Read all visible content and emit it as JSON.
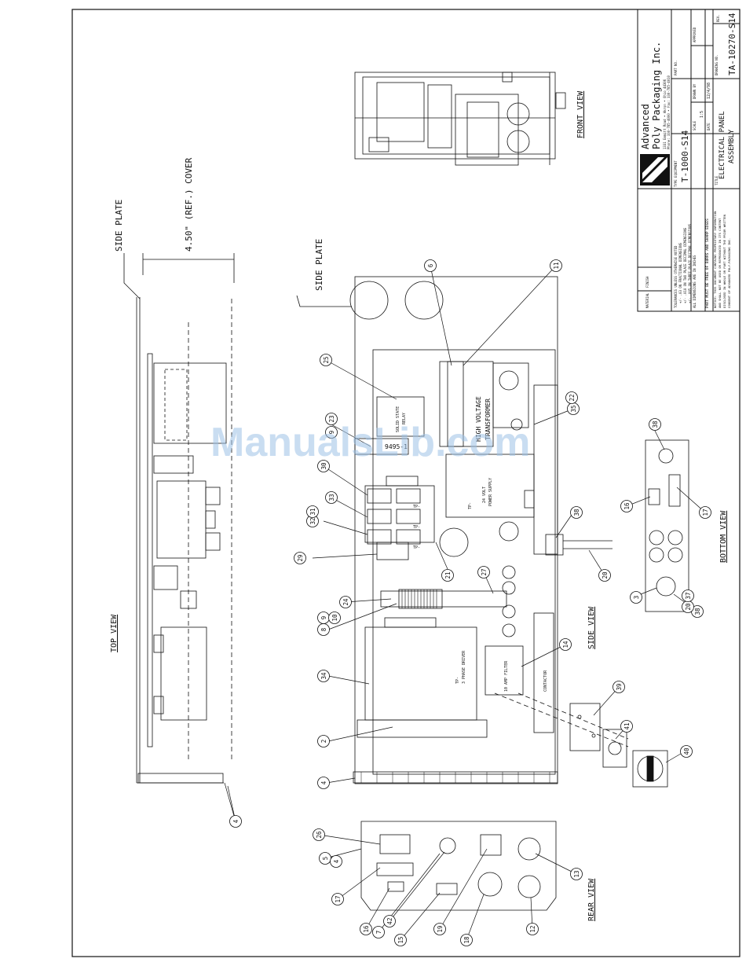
{
  "title_block": {
    "company_line1": "Advanced",
    "company_line2": "Poly Packaging Inc.",
    "address": "1331 Emmitt Road • Akron • Ohio 44306",
    "phone": "Phone: 330-785-4000 • Fax: 330-785-4010",
    "type_equipment_label": "TYPE EQUIPMENT",
    "equipment": "T-1000-S14",
    "part_no_label": "PART NO.",
    "rev_label": "REV.",
    "approved_label": "APPROVED",
    "date_label": "DATE",
    "drawn_by_label": "DRAWN BY",
    "scale_label": "SCALE",
    "title_label": "TITLE",
    "title_line1": "ELECTRICAL PANEL",
    "title_line2": "ASSEMBLY",
    "drawing_no_label": "DRAWING NO.",
    "drawing_no": "TA-10270-S14",
    "date_value": "12/4/98",
    "scale_value": "1:5",
    "material_label": "MATERIAL",
    "finish_label": "FINISH",
    "tolerances": [
      "TOLERANCES UNLESS OTHERWISE NOTED",
      "+/- .03 ON FRACTIONAL DIMENSIONS",
      "+/- .010 ON TWO PLACE DECIMAL DIMENSIONS",
      "+/- .005 ON THREE PLACE DECIMAL DIMENSIONS",
      "ALL DIMENSIONS ARE IN INCHES"
    ],
    "burrs_note": "PART MUST BE FREE OF BURRS AND SHARP EDGES",
    "notice": [
      "NOTICE: THIS DOCUMENT CONTAINS PROPRIETARY INFORMATION",
      "AND SHALL NOT BE USED OR REPRODUCED IN ITS CONTENT",
      "DISCLOSED IN WHOLE OR PART WITHOUT THE PRIOR WRITTEN",
      "CONSENT OF ADVANCED POLY-PACKAGING INC."
    ]
  },
  "views": {
    "top_view": "TOP VIEW",
    "front_view": "FRONT VIEW",
    "side_view": "SIDE VIEW",
    "bottom_view": "BOTTOM VIEW",
    "rear_view": "REAR VIEW"
  },
  "labels": {
    "side_plate_left": "SIDE PLATE",
    "side_plate_mid": "SIDE PLATE",
    "cover_dim": "4.50\" (REF.) COVER",
    "high_voltage_1": "HIGH VOLTAGE",
    "high_voltage_2": "TRANSFORMER",
    "ssr_1": "SOLID STATE",
    "ssr_2": "RELAY",
    "ps_1": "24 VOLT",
    "ps_2": "POWER SUPPLY",
    "filter_1": "10 AMP FILTER",
    "contactor": "CONTACTOR",
    "driver_1": "3 PHASE DRIVER",
    "part_9495": "9495-1",
    "tp_a": "TP-",
    "tp_b": "TP-",
    "tp_c": "TP-",
    "tp_d": "TP-",
    "tp_e": "TP-"
  },
  "watermark": "ManualsLib.com",
  "balloons": [
    {
      "n": "1",
      "v": "4"
    },
    {
      "n": "2",
      "v": "25"
    },
    {
      "n": "3",
      "v": "6"
    },
    {
      "n": "4",
      "v": "11"
    },
    {
      "n": "5",
      "v": "9"
    },
    {
      "n": "6",
      "v": "23"
    },
    {
      "n": "7",
      "v": "35"
    },
    {
      "n": "8",
      "v": "22"
    },
    {
      "n": "9",
      "v": "30"
    },
    {
      "n": "10",
      "v": "33"
    },
    {
      "n": "11",
      "v": "32"
    },
    {
      "n": "12",
      "v": "31"
    },
    {
      "n": "13",
      "v": "29"
    },
    {
      "n": "14",
      "v": "21"
    },
    {
      "n": "15",
      "v": "27"
    },
    {
      "n": "16",
      "v": "24"
    },
    {
      "n": "17",
      "v": "8"
    },
    {
      "n": "18",
      "v": "9"
    },
    {
      "n": "19",
      "v": "10"
    },
    {
      "n": "20",
      "v": "34"
    },
    {
      "n": "21",
      "v": "14"
    },
    {
      "n": "22",
      "v": "2"
    },
    {
      "n": "23",
      "v": "4"
    },
    {
      "n": "24",
      "v": "38"
    },
    {
      "n": "25",
      "v": "20"
    },
    {
      "n": "26",
      "v": "38"
    },
    {
      "n": "27",
      "v": "16"
    },
    {
      "n": "28",
      "v": "17"
    },
    {
      "n": "29",
      "v": "3"
    },
    {
      "n": "30",
      "v": "38"
    },
    {
      "n": "31",
      "v": "20"
    },
    {
      "n": "32",
      "v": "37"
    },
    {
      "n": "33",
      "v": "39"
    },
    {
      "n": "34",
      "v": "41"
    },
    {
      "n": "35",
      "v": "40"
    },
    {
      "n": "36",
      "v": "26"
    },
    {
      "n": "37",
      "v": "5"
    },
    {
      "n": "38",
      "v": "4"
    },
    {
      "n": "39",
      "v": "17"
    },
    {
      "n": "40",
      "v": "16"
    },
    {
      "n": "41",
      "v": "7"
    },
    {
      "n": "42",
      "v": "42"
    },
    {
      "n": "43",
      "v": "15"
    },
    {
      "n": "44",
      "v": "19"
    },
    {
      "n": "45",
      "v": "18"
    },
    {
      "n": "46",
      "v": "13"
    },
    {
      "n": "47",
      "v": "12"
    }
  ]
}
